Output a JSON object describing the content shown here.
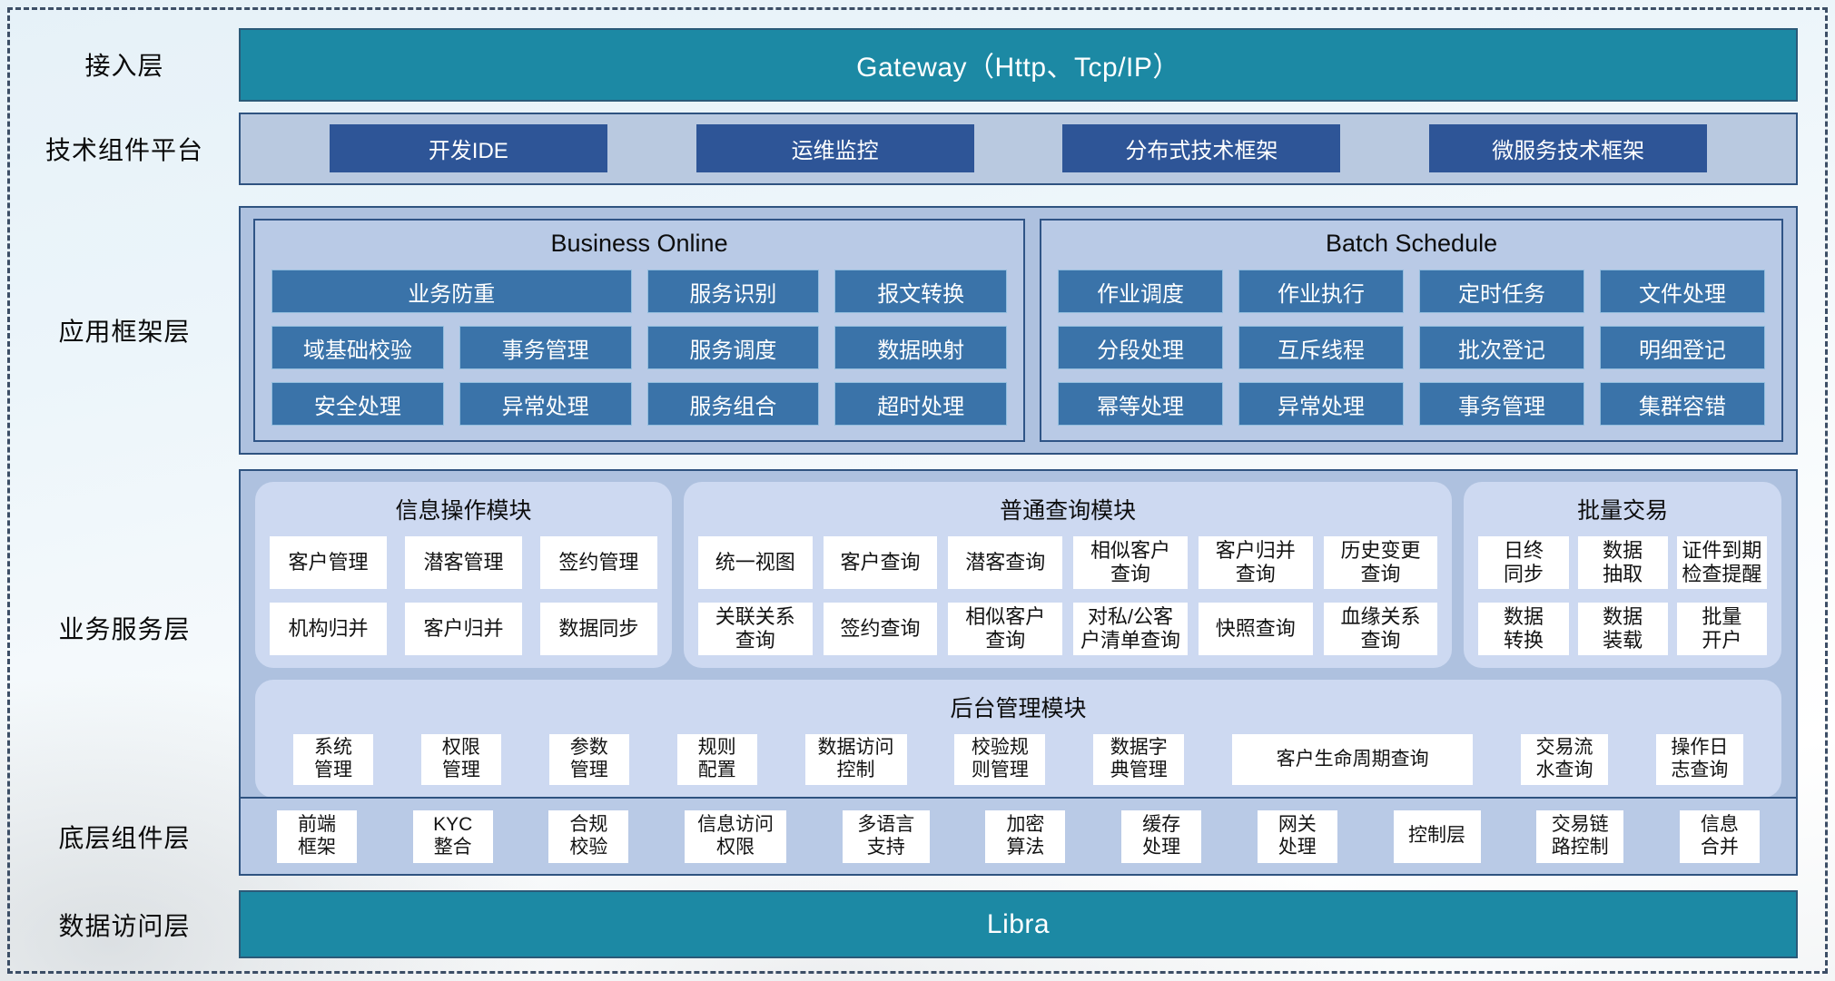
{
  "access_layer": {
    "label": "接入层",
    "gateway": "Gateway（Http、Tcp/IP）"
  },
  "tech_platform": {
    "label": "技术组件平台",
    "items": [
      "开发IDE",
      "运维监控",
      "分布式技术框架",
      "微服务技术框架"
    ]
  },
  "app_framework": {
    "label": "应用框架层",
    "business_online": {
      "title": "Business Online",
      "wide_item": "业务防重",
      "row1": [
        "服务识别",
        "报文转换"
      ],
      "row2": [
        "域基础校验",
        "事务管理",
        "服务调度",
        "数据映射"
      ],
      "row3": [
        "安全处理",
        "异常处理",
        "服务组合",
        "超时处理"
      ]
    },
    "batch_schedule": {
      "title": "Batch Schedule",
      "row1": [
        "作业调度",
        "作业执行",
        "定时任务",
        "文件处理"
      ],
      "row2": [
        "分段处理",
        "互斥线程",
        "批次登记",
        "明细登记"
      ],
      "row3": [
        "幂等处理",
        "异常处理",
        "事务管理",
        "集群容错"
      ]
    }
  },
  "business_service": {
    "label": "业务服务层",
    "info_ops_module": {
      "title": "信息操作模块",
      "items": [
        "客户管理",
        "潜客管理",
        "签约管理",
        "机构归并",
        "客户归并",
        "数据同步"
      ]
    },
    "query_module": {
      "title": "普通查询模块",
      "items": [
        "统一视图",
        "客户查询",
        "潜客查询",
        "相似客户\n查询",
        "客户归并\n查询",
        "历史变更\n查询",
        "关联关系\n查询",
        "签约查询",
        "相似客户\n查询",
        "对私/公客\n户清单查询",
        "快照查询",
        "血缘关系\n查询"
      ]
    },
    "batch_trade": {
      "title": "批量交易",
      "items": [
        "日终\n同步",
        "数据\n抽取",
        "证件到期\n检查提醒",
        "数据\n转换",
        "数据\n装载",
        "批量\n开户"
      ]
    },
    "admin_module": {
      "title": "后台管理模块",
      "items": [
        "系统\n管理",
        "权限\n管理",
        "参数\n管理",
        "规则\n配置",
        "数据访问\n控制",
        "校验规\n则管理",
        "数据字\n典管理",
        "客户生命周期查询",
        "交易流\n水查询",
        "操作日\n志查询"
      ]
    }
  },
  "base_components": {
    "label": "底层组件层",
    "items": [
      "前端\n框架",
      "KYC\n整合",
      "合规\n校验",
      "信息访问\n权限",
      "多语言\n支持",
      "加密\n算法",
      "缓存\n处理",
      "网关\n处理",
      "控制层",
      "交易链\n路控制",
      "信息\n合并"
    ]
  },
  "data_access": {
    "label": "数据访问层",
    "platform": "Libra"
  },
  "colors": {
    "teal": "#1c89a4",
    "dark_blue": "#2e5597",
    "steel_blue": "#3a73a9",
    "container_blue": "#aec1df",
    "panel_blue": "#b9cae6",
    "rounded_panel_blue": "#cdd9f1",
    "dashed_border": "#3c4e66"
  }
}
